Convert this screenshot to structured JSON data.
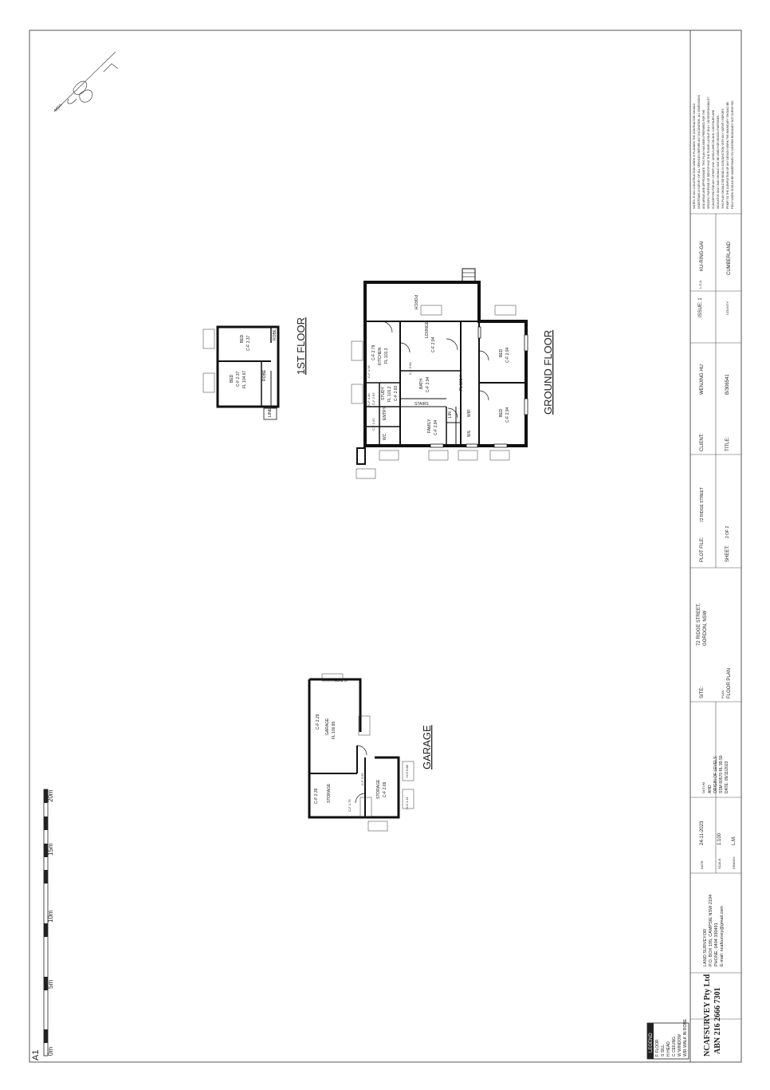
{
  "sheet_size": "A1",
  "scale_bar": {
    "ticks": [
      "0m",
      "5m",
      "10m",
      "15m",
      "20m"
    ]
  },
  "floors": {
    "ground_floor_title": "GROUND FLOOR",
    "first_floor_title": "1ST FLOOR",
    "garage_title": "GARAGE"
  },
  "ground_floor_rooms": [
    {
      "name": "PORCH",
      "label": ""
    },
    {
      "name": "LOUNGE",
      "label": "C-F 2.94"
    },
    {
      "name": "KITCHEN",
      "label": "C-F 2.79",
      "fl": "FL 101.3"
    },
    {
      "name": "BED",
      "label": "C-F 2.94"
    },
    {
      "name": "BED",
      "label": "C-F 2.94"
    },
    {
      "name": "BATH",
      "label": "C-F 2.94"
    },
    {
      "name": "STUDY",
      "label": "C-F 2.82",
      "fl": "FL 101.2"
    },
    {
      "name": "ENTRY",
      "label": ""
    },
    {
      "name": "FAMILY",
      "label": "C-F 2.84"
    },
    {
      "name": "WC",
      "label": ""
    },
    {
      "name": "LIN",
      "label": ""
    },
    {
      "name": "WIR",
      "label": ""
    },
    {
      "name": "W/L",
      "label": ""
    },
    {
      "name": "STAIRS",
      "label": ""
    }
  ],
  "ground_floor_fl": "FL 101.4",
  "first_floor_rooms": [
    {
      "name": "BED",
      "label": "C-F 2.37"
    },
    {
      "name": "BED",
      "label": "C-F 2.37",
      "fl": "FL 104.67"
    },
    {
      "name": "ROBE",
      "label": ""
    },
    {
      "name": "ROBE",
      "label": ""
    },
    {
      "name": "LINEN",
      "label": ""
    }
  ],
  "garage_rooms": [
    {
      "name": "GARAGE",
      "label": "C-F 2.29",
      "fl": "FL 100.85"
    },
    {
      "name": "STORAGE",
      "label": "C-F 2.39"
    },
    {
      "name": "STORAGE",
      "label": "C-F 2.69"
    }
  ],
  "garage_tags": [
    "H-F 2.19",
    "C-F 3.55",
    "C-F 2.75",
    "H-S 1.11",
    "H-S 0.88"
  ],
  "ground_tags": [
    "C-F 3.35",
    "C-F 2.92",
    "C-F 2.94",
    "C-F 2.78",
    "C-F 2.92"
  ],
  "notes_text": [
    "NOTES: IF ANY CONSTRUCTION WORK IS PLANNED THE CONTRACTOR SHOULD",
    "UNDERTAKE A SURVEY OF ALL SERVICES BEFORE ANY EXCAVATION. ALL DIMENSIONS",
    "AND AREAS ARE APPROXIMATE. THIS PLAN HAS BEEN PREPARED FOR THE",
    "SPECIFIC PURPOSE OF IDENTIFYING THE FLOOR LAYOUT ONLY. NO RESPONSIBILITY",
    "IS ACCEPTED FOR ANY OTHER USE. LEVELS ARE ON AHD. CONTOURS ARE",
    "INDICATIVE ONLY AND SHOULD NOT BE USED FOR DESIGN PURPOSES.",
    "THIS PLAN SHOULD BE READ IN CONJUNCTION WITH ANY SURVEY REPORT.",
    "PRIOR TO THE COMPLETION OF ANY DESIGN WORK THE BOUNDARY SHOULD BE",
    "FIELD WORK SHOULD BE UNDERTAKEN TO CONFIRM BOUNDARY NOT SURVEYED."
  ],
  "title_block": {
    "issue": "ISSUE: 1",
    "lga_label": "L.G.A.",
    "lga": "KU-RING-GAI",
    "county_label": "COUNTY",
    "county": "CUMBERLAND",
    "client_label": "CLIENT:",
    "client": "WENJING HU",
    "title_label": "TITLE:",
    "title": "B/306541",
    "plot_file_label": "PLOT FILE:",
    "plot_file": "72 RIDGE STREET",
    "sheet_label": "SHEET:",
    "sheet": "2 OF 2",
    "site_label": "SITE:",
    "site_line1": "72 RIDGE STREET,",
    "site_line2": "GORDON, NSW",
    "plan_label": "PLAN",
    "plan": "FLOOR PLAN",
    "datum_label": "DATUM",
    "datum_lines": [
      "AHD",
      "ORIGIN OF LEVELS:",
      "SSM 80570 RL 99.59",
      "DATE: 09/11/2023"
    ],
    "date_label": "DATE:",
    "date": "24-11-2023",
    "scale_label": "SCALE:",
    "scale": "1:100",
    "drawn_label": "DRAWN:",
    "drawn": "L.M.",
    "surveyor_lines": [
      "LAND SURVEYOR",
      "P.O. BOX 195, CAMPSIE NSW 2194",
      "PHONE: 0404 330491",
      "E-mail: ncafsurvey@gmail.com"
    ],
    "company": "NCAFSURVEY Pty Ltd",
    "abn": "ABN 216 2666 7301"
  },
  "legend": {
    "title": "LEGEND",
    "items": [
      "F FLOOR",
      "S SILL",
      "H HEAD",
      "C CEILING",
      "W WINDOW",
      "WIR WALK IN ROBE"
    ]
  },
  "north_label": "MGA"
}
